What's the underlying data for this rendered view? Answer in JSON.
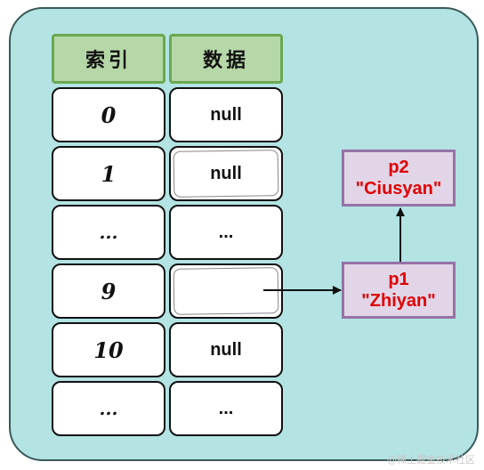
{
  "table": {
    "headers": [
      "索引",
      "数据"
    ],
    "rows": [
      {
        "index": "0",
        "value": "null"
      },
      {
        "index": "1",
        "value": "null"
      },
      {
        "index": "...",
        "value": "..."
      },
      {
        "index": "9",
        "value": ""
      },
      {
        "index": "10",
        "value": "null"
      },
      {
        "index": "...",
        "value": "..."
      }
    ]
  },
  "nodes": {
    "p1": {
      "name": "p1",
      "value": "\"Zhiyan\""
    },
    "p2": {
      "name": "p2",
      "value": "\"Ciusyan\""
    }
  },
  "colors": {
    "panel_bg": "#b3e3e3",
    "header_bg": "#b6d7a8",
    "header_border": "#6aa84f",
    "node_bg": "#e1d5e7",
    "node_border": "#9673a6",
    "node_text": "#e00000"
  },
  "watermark": "@稀土掘金技术社区"
}
